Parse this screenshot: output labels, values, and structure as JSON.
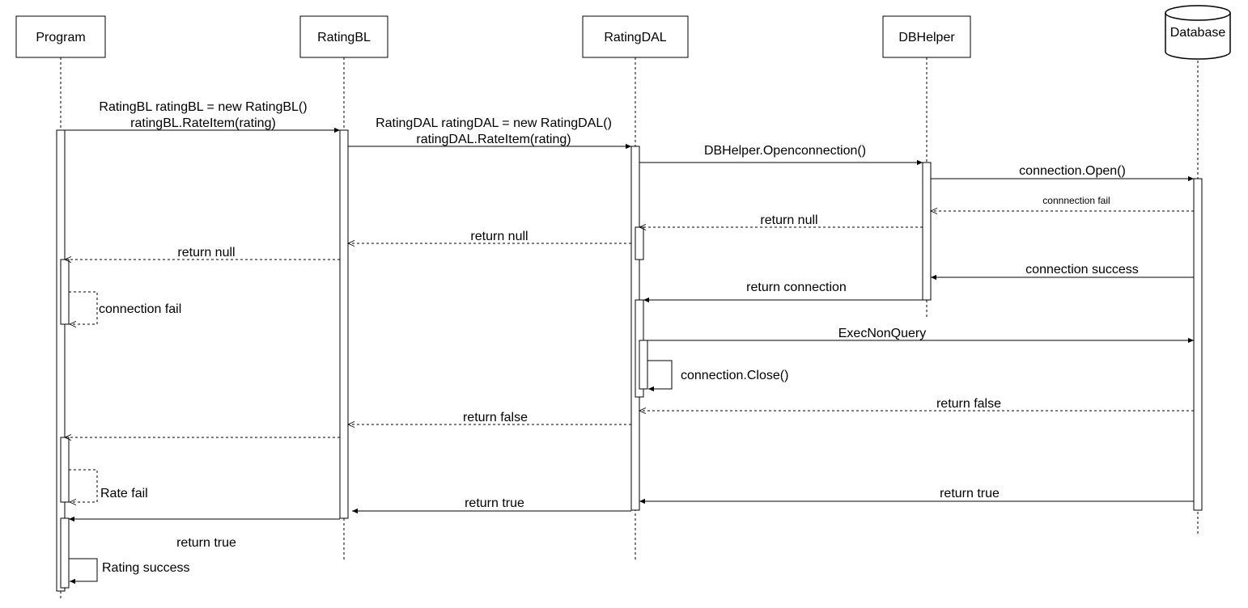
{
  "participants": [
    {
      "id": "program",
      "label": "Program",
      "kind": "box"
    },
    {
      "id": "ratingbl",
      "label": "RatingBL",
      "kind": "box"
    },
    {
      "id": "ratingdal",
      "label": "RatingDAL",
      "kind": "box"
    },
    {
      "id": "dbhelper",
      "label": "DBHelper",
      "kind": "box"
    },
    {
      "id": "database",
      "label": "Database",
      "kind": "database-icon"
    }
  ],
  "messages": [
    {
      "id": "m1",
      "from": "program",
      "to": "ratingbl",
      "style": "sync",
      "lines": [
        "RatingBL ratingBL = new RatingBL()",
        "ratingBL.RateItem(rating)"
      ]
    },
    {
      "id": "m2",
      "from": "ratingbl",
      "to": "ratingdal",
      "style": "sync",
      "lines": [
        "RatingDAL ratingDAL = new RatingDAL()",
        "ratingDAL.RateItem(rating)"
      ]
    },
    {
      "id": "m3",
      "from": "ratingdal",
      "to": "dbhelper",
      "style": "sync",
      "lines": [
        "DBHelper.Openconnection()"
      ]
    },
    {
      "id": "m4",
      "from": "dbhelper",
      "to": "database",
      "style": "sync",
      "lines": [
        "connection.Open()"
      ]
    },
    {
      "id": "m5",
      "from": "database",
      "to": "dbhelper",
      "style": "return",
      "lines": [
        "connnection fail"
      ]
    },
    {
      "id": "m6",
      "from": "dbhelper",
      "to": "ratingdal",
      "style": "return",
      "lines": [
        "return null"
      ]
    },
    {
      "id": "m7",
      "from": "ratingdal",
      "to": "ratingbl",
      "style": "return",
      "lines": [
        "return null"
      ]
    },
    {
      "id": "m8",
      "from": "ratingbl",
      "to": "program",
      "style": "return",
      "lines": [
        "return null"
      ]
    },
    {
      "id": "m9",
      "from": "program",
      "to": "program",
      "style": "self-return",
      "lines": [
        "connection fail"
      ]
    },
    {
      "id": "m10",
      "from": "database",
      "to": "dbhelper",
      "style": "sync",
      "lines": [
        "connection success"
      ]
    },
    {
      "id": "m11",
      "from": "dbhelper",
      "to": "ratingdal",
      "style": "sync",
      "lines": [
        "return connection"
      ]
    },
    {
      "id": "m12",
      "from": "ratingdal",
      "to": "database",
      "style": "sync",
      "lines": [
        "ExecNonQuery"
      ]
    },
    {
      "id": "m13",
      "from": "ratingdal",
      "to": "ratingdal",
      "style": "self-sync",
      "lines": [
        "connection.Close()"
      ]
    },
    {
      "id": "m14",
      "from": "database",
      "to": "ratingdal",
      "style": "return",
      "lines": [
        "return false"
      ]
    },
    {
      "id": "m15",
      "from": "ratingdal",
      "to": "ratingbl",
      "style": "return",
      "lines": [
        "return false"
      ]
    },
    {
      "id": "m16",
      "from": "ratingbl",
      "to": "program",
      "style": "return",
      "lines": [
        ""
      ]
    },
    {
      "id": "m17",
      "from": "program",
      "to": "program",
      "style": "self-return",
      "lines": [
        "Rate fail"
      ]
    },
    {
      "id": "m18",
      "from": "database",
      "to": "ratingdal",
      "style": "sync",
      "lines": [
        "return true"
      ]
    },
    {
      "id": "m19",
      "from": "ratingdal",
      "to": "ratingbl",
      "style": "sync",
      "lines": [
        "return true"
      ]
    },
    {
      "id": "m20",
      "from": "ratingbl",
      "to": "program",
      "style": "sync",
      "lines": [
        "return true"
      ]
    },
    {
      "id": "m21",
      "from": "program",
      "to": "program",
      "style": "self-sync",
      "lines": [
        "Rating success"
      ]
    }
  ]
}
